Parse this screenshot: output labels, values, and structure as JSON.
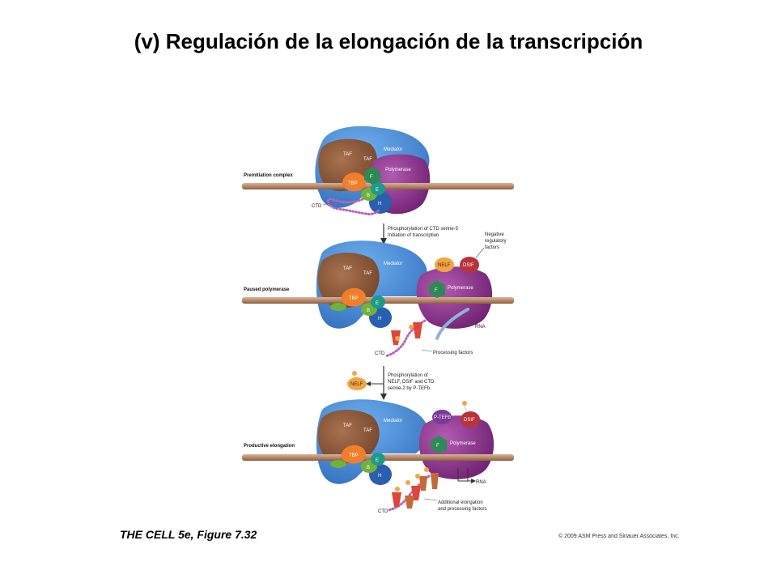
{
  "title": "(v) Regulación de la elongación de la transcripción",
  "caption": "THE CELL 5e, Figure 7.32",
  "copyright": "© 2009 ASM Press and Sinauer Associates, Inc.",
  "stages": [
    {
      "label": "Preinitiation complex",
      "mediator": "Mediator",
      "taf1": "TAF",
      "taf2": "TAF",
      "polymerase": "Polymerase",
      "tbp": "TBP",
      "f": "F",
      "e": "E",
      "b": "B",
      "h": "H",
      "ctd": "CTD"
    },
    {
      "label": "Paused polymerase",
      "mediator": "Mediator",
      "taf1": "TAF",
      "taf2": "TAF",
      "polymerase": "Polymerase",
      "tbp": "TBP",
      "f": "F",
      "e": "E",
      "b": "B",
      "h": "H",
      "ctd": "CTD",
      "nelf": "NELF",
      "dsif": "DSIF",
      "negative": [
        "Negative",
        "regulatory",
        "factors"
      ],
      "rna": "RNA",
      "processing": "Processing factors"
    },
    {
      "label": "Productive elongation",
      "mediator": "Mediator",
      "taf1": "TAF",
      "taf2": "TAF",
      "polymerase": "Polymerase",
      "tbp": "TBP",
      "f": "F",
      "e": "E",
      "b": "B",
      "h": "H",
      "ctd": "CTD",
      "ptefb": "P-TEFb",
      "dsif": "DSIF",
      "rna": "RNA",
      "additional": [
        "Additional elongation",
        "and processing factors"
      ]
    }
  ],
  "arrows": [
    {
      "lines": [
        "Phosphorylation of CTD serine-5",
        "Initiation of transcription"
      ]
    },
    {
      "lines": [
        "Phosphorylation of",
        "NELF, DSIF and CTD",
        "serine-2 by P-TEFb"
      ],
      "released": "NELF"
    }
  ],
  "colors": {
    "mediator": "#3a7fd0",
    "taf": "#8b5a3c",
    "polymerase": "#8a2f8c",
    "tbp": "#f07e2a",
    "factor_f": "#2e8a55",
    "factor_e": "#1f9a8a",
    "factor_b": "#6fb33a",
    "factor_h": "#2a5fb0",
    "dna": "#b98a6a",
    "ctd": "#b763b8",
    "processing": "#e0453a",
    "nelf": "#f3a443",
    "dsif": "#b8333b",
    "rna": "#8fb3d6"
  }
}
